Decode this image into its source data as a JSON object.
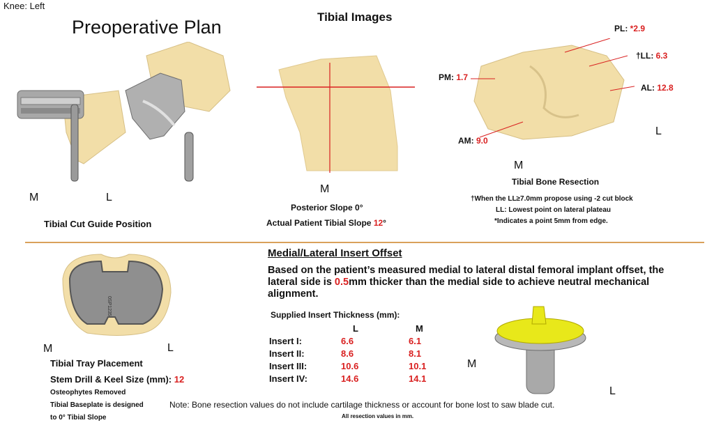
{
  "header": {
    "knee_label": "Knee: Left",
    "plan_title": "Preoperative Plan",
    "images_title": "Tibial Images"
  },
  "cut_guide": {
    "m": "M",
    "l": "L",
    "caption": "Tibial Cut Guide Position"
  },
  "slope": {
    "m": "M",
    "posterior_slope": "Posterior Slope 0°",
    "actual_prefix": "Actual Patient Tibial Slope ",
    "actual_value": "12",
    "actual_suffix": "°"
  },
  "resection": {
    "pl_label": "PL: ",
    "pl_value": "*2.9",
    "ll_label": "†LL: ",
    "ll_value": "6.3",
    "pm_label": "PM: ",
    "pm_value": "1.7",
    "al_label": "AL: ",
    "al_value": "12.8",
    "am_label": "AM: ",
    "am_value": "9.0",
    "l": "L",
    "m": "M",
    "title": "Tibial Bone Resection",
    "note1": "†When the LL≥7.0mm propose using -2 cut block",
    "note2": "LL: Lowest point on lateral plateau",
    "note3": "*Indicates a point 5mm from edge."
  },
  "tray": {
    "m": "M",
    "l": "L",
    "caption": "Tibial Tray Placement",
    "stem_label": "Stem Drill & Keel Size (mm): ",
    "stem_value": "12",
    "osteo": "Osteophytes Removed",
    "baseplate1": "Tibial Baseplate is designed",
    "baseplate2": "to 0° Tibial Slope",
    "engraving": "0SP1235"
  },
  "offset": {
    "title": "Medial/Lateral Insert Offset",
    "text_a": "Based on the patient’s measured medial to lateral distal femoral implant offset, the lateral side is ",
    "text_value": "0.5",
    "text_b": "mm thicker than the medial side to achieve neutral mechanical alignment.",
    "supplied_title": "Supplied Insert Thickness (mm):",
    "col_l": "L",
    "col_m": "M",
    "rows": [
      {
        "label": "Insert I:",
        "l": "6.6",
        "m": "6.1"
      },
      {
        "label": "Insert II:",
        "l": "8.6",
        "m": "8.1"
      },
      {
        "label": "Insert III:",
        "l": "10.6",
        "m": "10.1"
      },
      {
        "label": "Insert IV:",
        "l": "14.6",
        "m": "14.1"
      }
    ]
  },
  "insert_img": {
    "m": "M",
    "l": "L"
  },
  "footer": {
    "note": "Note: Bone resection values do not include cartilage thickness or account for bone lost to saw blade cut.",
    "units": "All resection values in mm."
  },
  "colors": {
    "bone": "#f2dea8",
    "metal": "#9a9a9a",
    "insert": "#e8e81a",
    "divider": "#d9a15a",
    "value_red": "#d92020"
  }
}
